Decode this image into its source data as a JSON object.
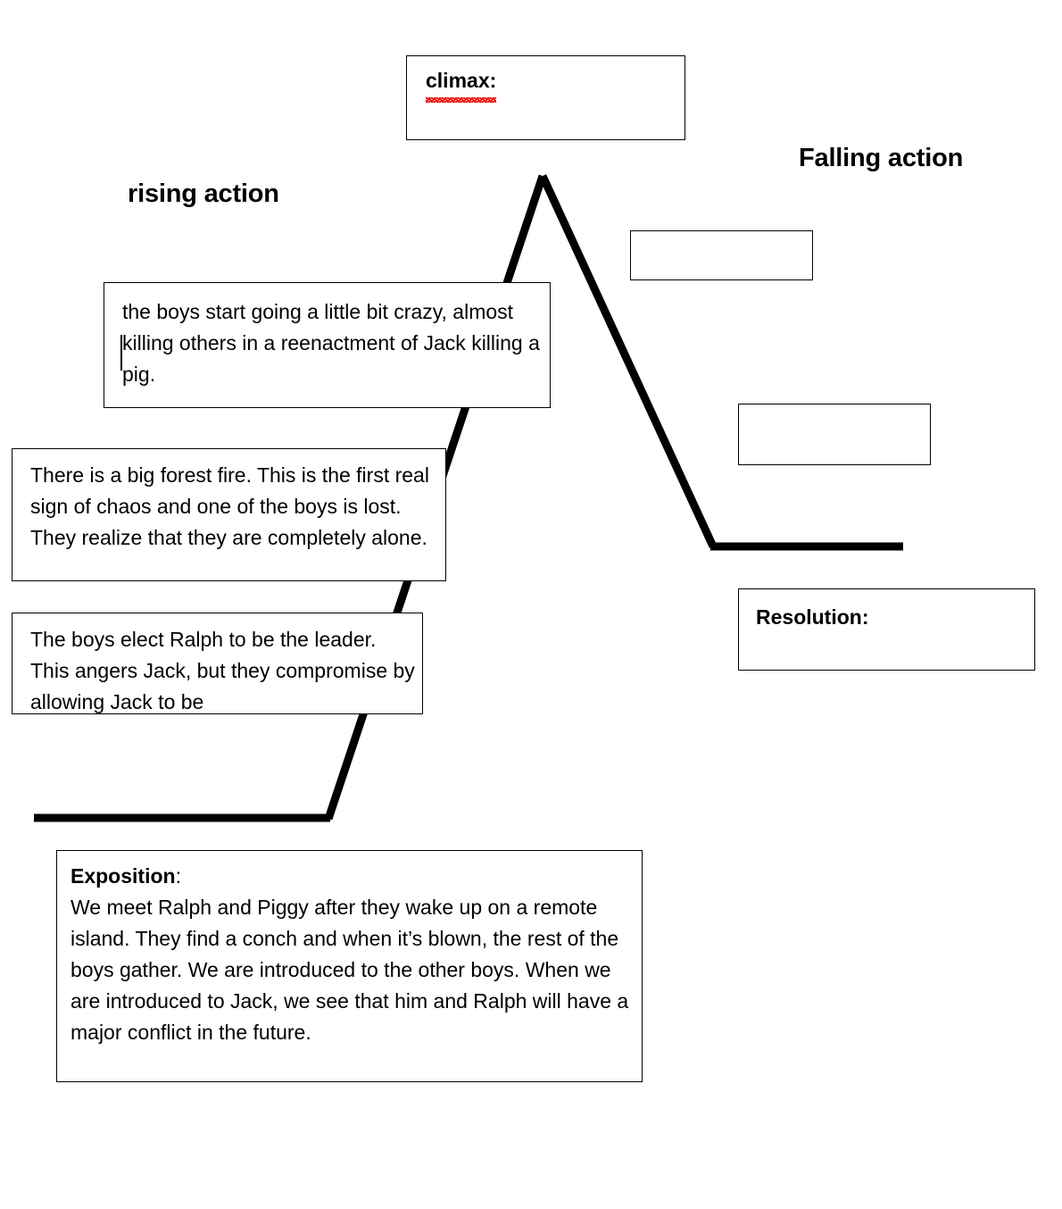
{
  "diagram": {
    "title_type": "plot-diagram",
    "line_color": "#000000",
    "spellcheck_underline_color": "#e8140a"
  },
  "labels": {
    "rising_action": "rising action",
    "falling_action": "Falling action"
  },
  "boxes": {
    "climax": {
      "heading": "climax:",
      "body": ""
    },
    "rising_3": {
      "body": "the boys start going a little bit crazy, almost killing others in a reenactment of Jack killing a pig."
    },
    "rising_2": {
      "body": "There is a big forest fire. This is the first real sign of chaos and one of the boys is lost. They realize that they are completely alone."
    },
    "rising_1": {
      "body": "The boys elect Ralph to be the leader. This angers Jack, but they compromise by allowing Jack to be"
    },
    "falling_1": {
      "body": ""
    },
    "falling_2": {
      "body": ""
    },
    "resolution": {
      "heading": "Resolution:",
      "body": ""
    },
    "exposition": {
      "heading": "Exposition",
      "heading_suffix": ":",
      "body": "We meet Ralph and Piggy after they wake up on a remote island. They find a conch and when it’s blown, the rest of the boys gather. We are introduced to the other boys. When we are introduced to Jack, we see that him and Ralph will have a major conflict in the future."
    }
  }
}
